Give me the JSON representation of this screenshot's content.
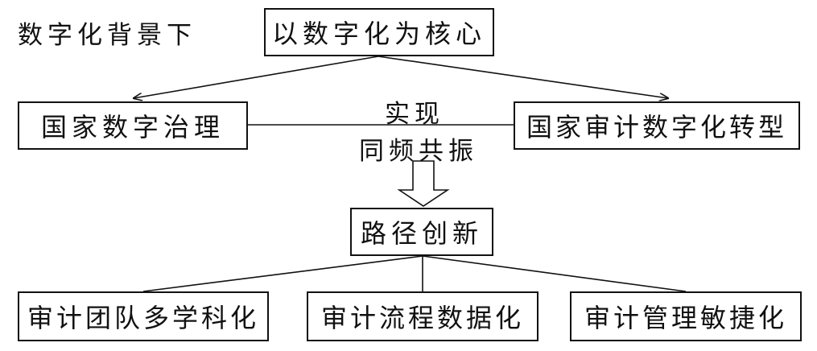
{
  "context_label": "数字化背景下",
  "core": "以数字化为核心",
  "left_node": "国家数字治理",
  "right_node": "国家审计数字化转型",
  "link_label_top": "实现",
  "link_label_bottom": "同频共振",
  "result": "路径创新",
  "outcomes": [
    "审计团队多学科化",
    "审计流程数据化",
    "审计管理敏捷化"
  ]
}
